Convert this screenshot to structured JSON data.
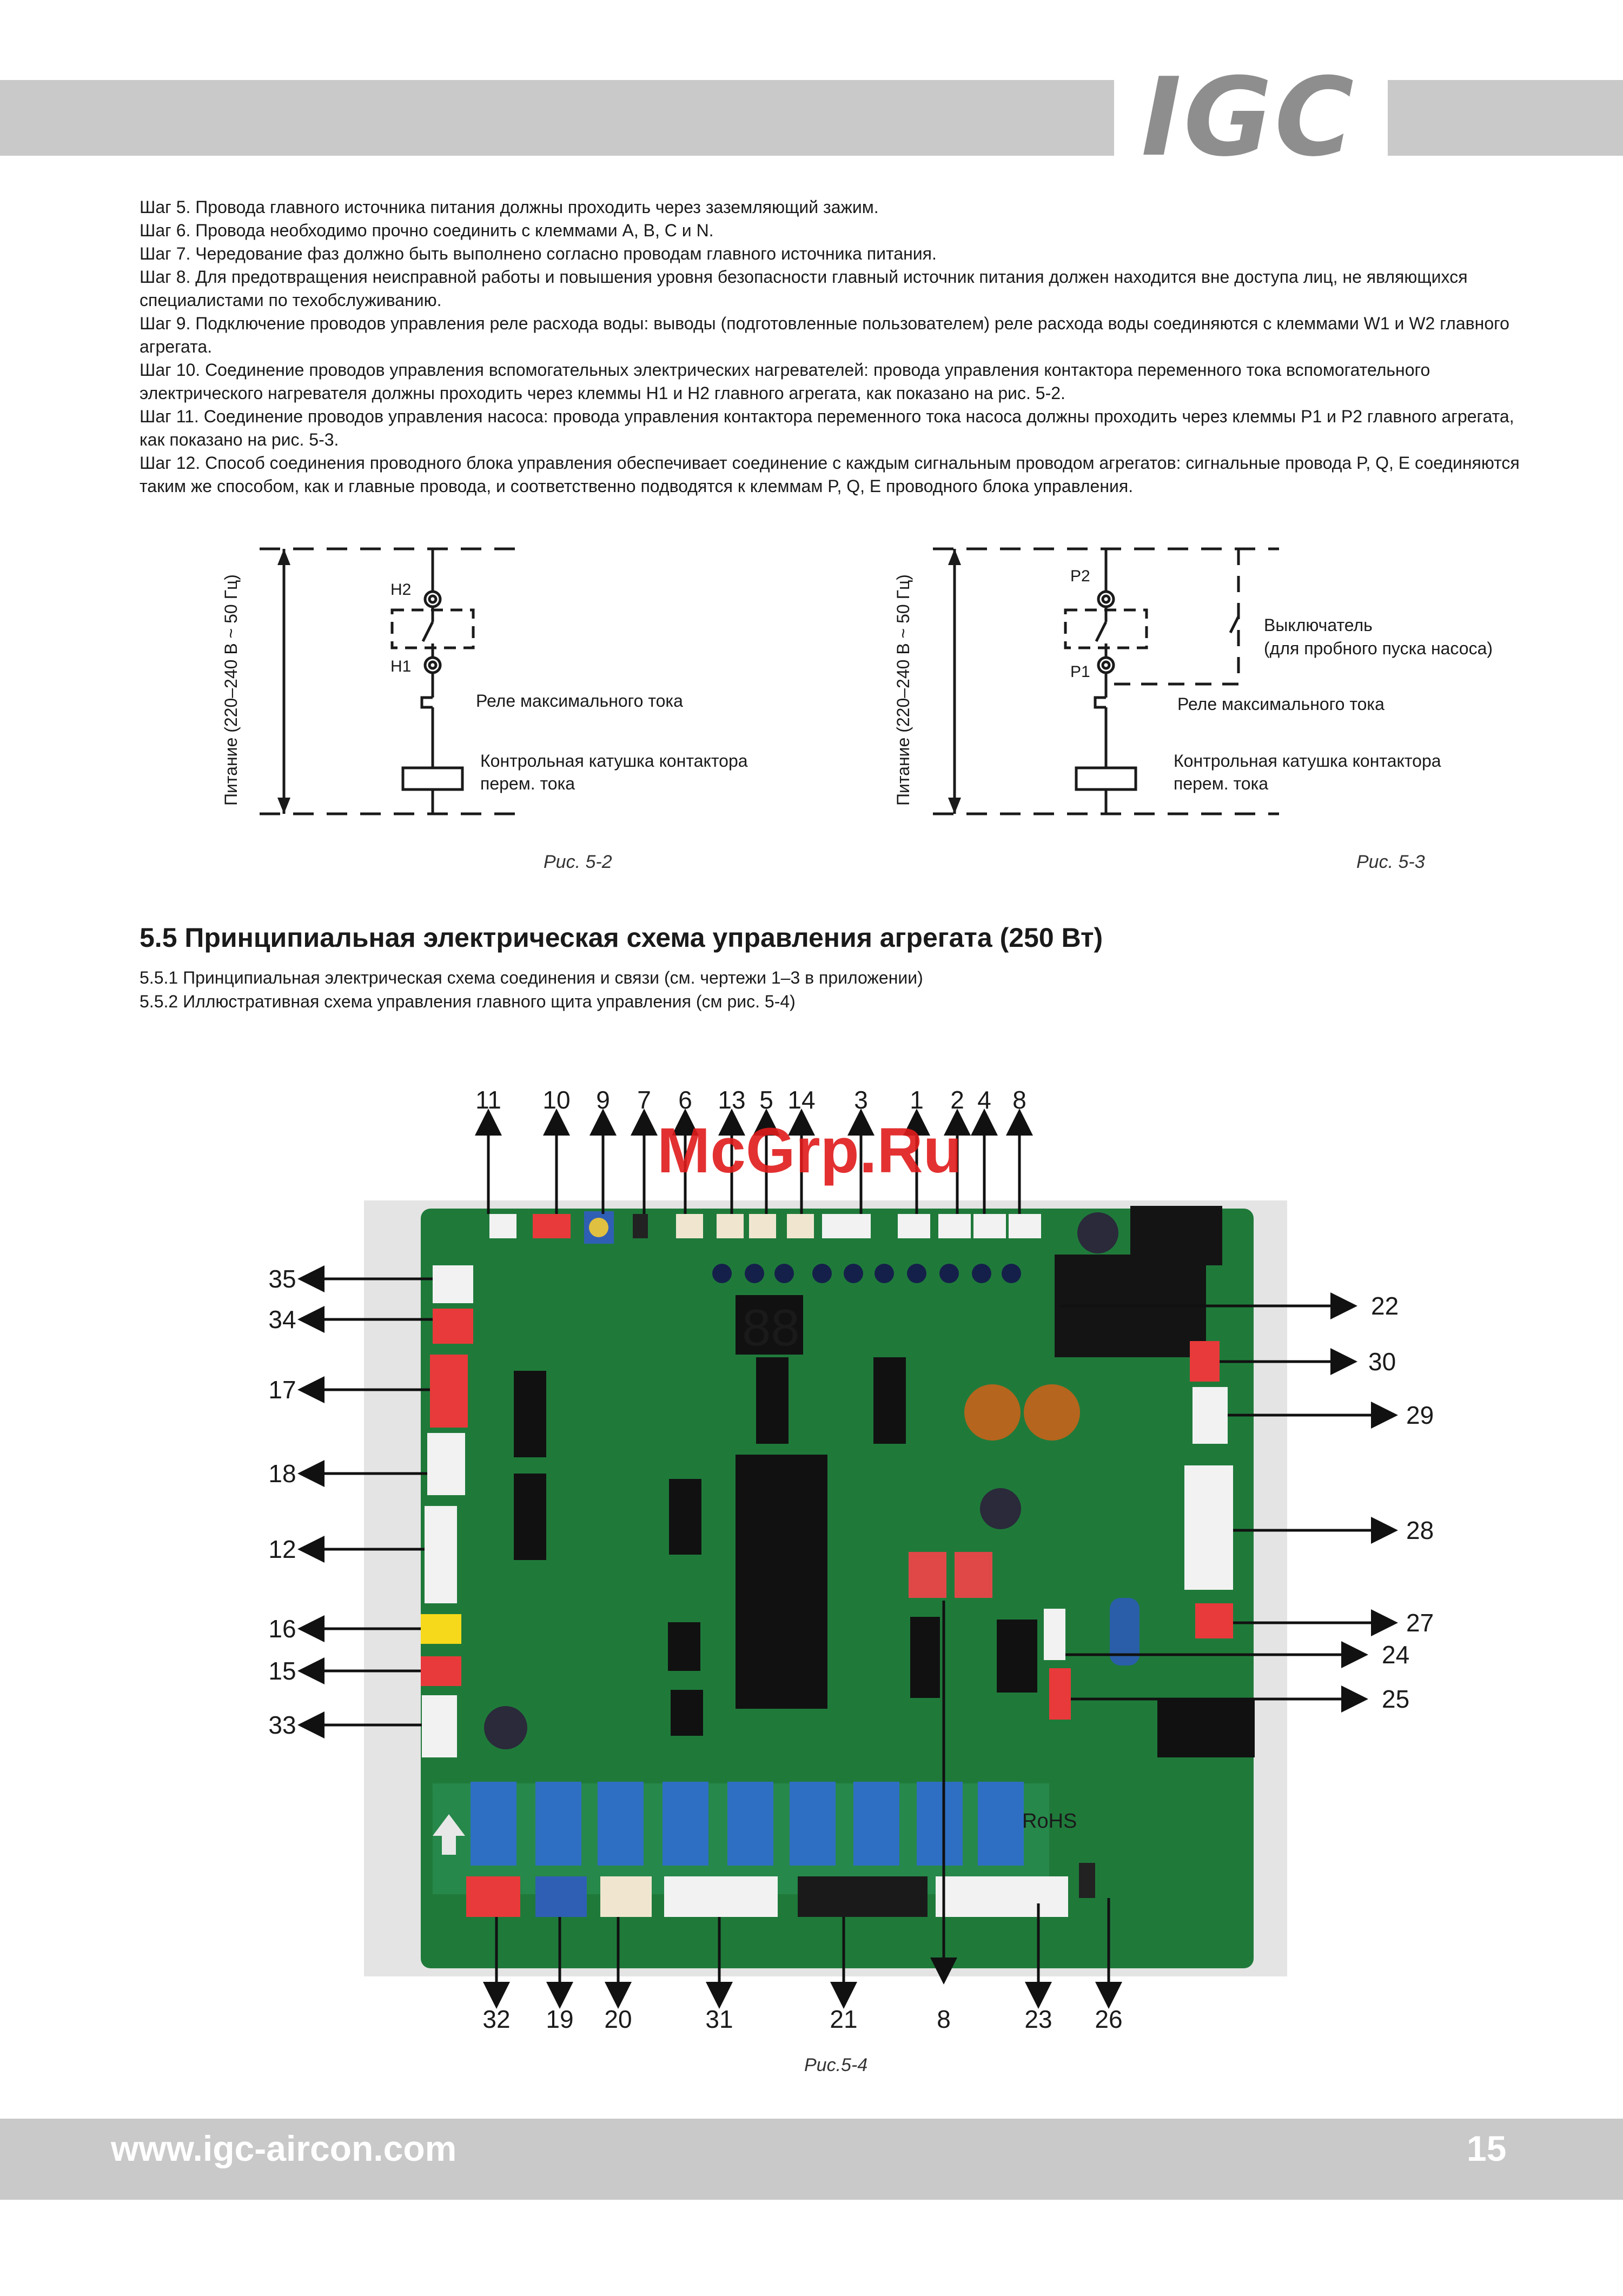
{
  "header": {
    "logo": "IGC"
  },
  "steps": [
    "Шаг 5. Провода главного источника питания должны проходить через заземляющий зажим.",
    "Шаг 6. Провода необходимо прочно соединить с клеммами A, B, C и N.",
    "Шаг 7. Чередование фаз должно быть выполнено согласно проводам главного источника питания.",
    "Шаг 8. Для предотвращения неисправной работы и повышения уровня безопасности главный источник питания должен находится вне доступа лиц, не являющихся специалистами по техобслуживанию.",
    "Шаг 9. Подключение проводов управления реле расхода воды: выводы (подготовленные пользователем) реле расхода воды соединяются с клеммами W1 и W2 главного агрегата.",
    "Шаг 10. Соединение проводов управления вспомогательных электрических нагревателей: провода управления контактора переменного тока вспомогательного электрического нагревателя должны проходить через клеммы H1 и H2 главного агрегата, как показано на рис. 5-2.",
    "Шаг 11. Соединение проводов управления насоса: провода управления контактора переменного тока насоса должны проходить через клеммы P1 и P2 главного агрегата, как показано на рис. 5-3.",
    "Шаг 12. Способ соединения проводного блока управления обеспечивает соединение с каждым сигнальным проводом агрегатов: сигнальные провода P, Q, E соединяются таким же способом, как и главные провода, и соответственно подводятся к клеммам P, Q, E проводного блока управления."
  ],
  "fig52": {
    "supply": "Питание (220–240 В ~ 50 Гц)",
    "h2": "H2",
    "h1": "H1",
    "relay": "Реле максимального тока",
    "coil_line1": "Контрольная катушка контактора",
    "coil_line2": "перем. тока",
    "caption": "Рис. 5-2"
  },
  "fig53": {
    "supply": "Питание (220–240 В ~ 50 Гц)",
    "p2": "P2",
    "p1": "P1",
    "switch_line1": "Выключатель",
    "switch_line2": "(для пробного пуска насоса)",
    "relay": "Реле максимального тока",
    "coil_line1": "Контрольная катушка контактора",
    "coil_line2": "перем. тока",
    "caption": "Рис. 5-3"
  },
  "section": {
    "title": "5.5  Принципиальная электрическая схема управления агрегата (250 Вт)",
    "sub1": "5.5.1 Принципиальная электрическая схема соединения и связи (см. чертежи 1–3 в приложении)",
    "sub2": "5.5.2 Иллюстративная схема управления главного щита управления (см рис. 5-4)"
  },
  "fig54": {
    "caption": "Рис.5-4",
    "watermark": "McGrp.Ru",
    "top_labels": [
      "11",
      "10",
      "9",
      "7",
      "6",
      "13",
      "5",
      "14",
      "3",
      "1",
      "2",
      "4",
      "8"
    ],
    "left_labels": [
      "35",
      "34",
      "17",
      "18",
      "12",
      "16",
      "15",
      "33"
    ],
    "right_labels": [
      "22",
      "30",
      "29",
      "28",
      "27",
      "24",
      "25"
    ],
    "bottom_labels": [
      "32",
      "19",
      "20",
      "31",
      "21",
      "8",
      "23",
      "26"
    ],
    "display": "88",
    "rohs": "RoHS"
  },
  "footer": {
    "site": "www.igc-aircon.com",
    "page": "15"
  },
  "colors": {
    "band": "#c9c9c9",
    "pcb": "#1f7a3a",
    "relay": "#2e6fc4",
    "watermark": "#e01b1b"
  }
}
